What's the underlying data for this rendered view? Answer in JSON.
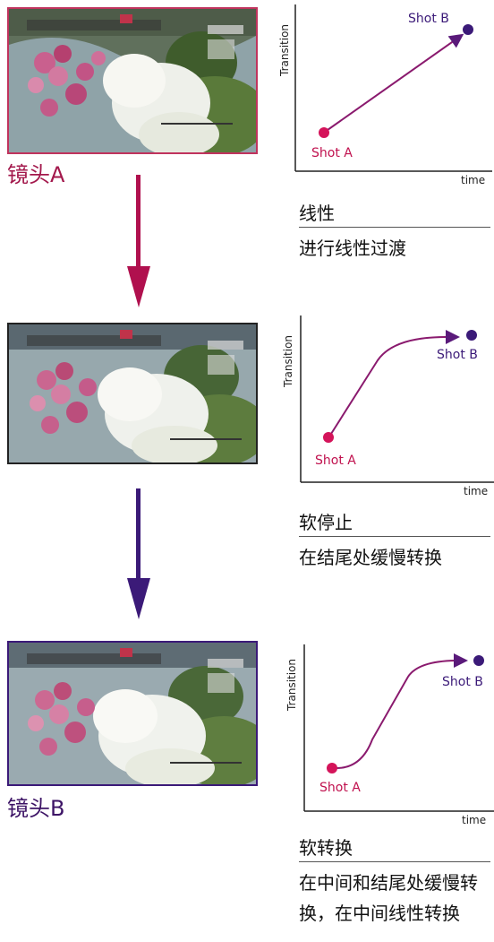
{
  "shots": {
    "a": {
      "label": "镜头A"
    },
    "b": {
      "label": "镜头B"
    }
  },
  "graphs": [
    {
      "ylabel": "Transition",
      "xlabel": "time",
      "start_label": "Shot A",
      "end_label": "Shot B",
      "curve": "linear"
    },
    {
      "ylabel": "Transition",
      "xlabel": "time",
      "start_label": "Shot A",
      "end_label": "Shot B",
      "curve": "soft-stop"
    },
    {
      "ylabel": "Transition",
      "xlabel": "time",
      "start_label": "Shot A",
      "end_label": "Shot B",
      "curve": "soft-transition"
    }
  ],
  "captions": [
    {
      "title": "线性",
      "desc": "进行线性过渡"
    },
    {
      "title": "软停止",
      "desc": "在结尾处缓慢转换"
    },
    {
      "title": "软转换",
      "desc": "在中间和结尾处缓慢转换，在中间线性转换"
    }
  ],
  "colors": {
    "shot_a": "#d4145a",
    "shot_b": "#3b1a78",
    "curve": "#8a1a6e"
  }
}
